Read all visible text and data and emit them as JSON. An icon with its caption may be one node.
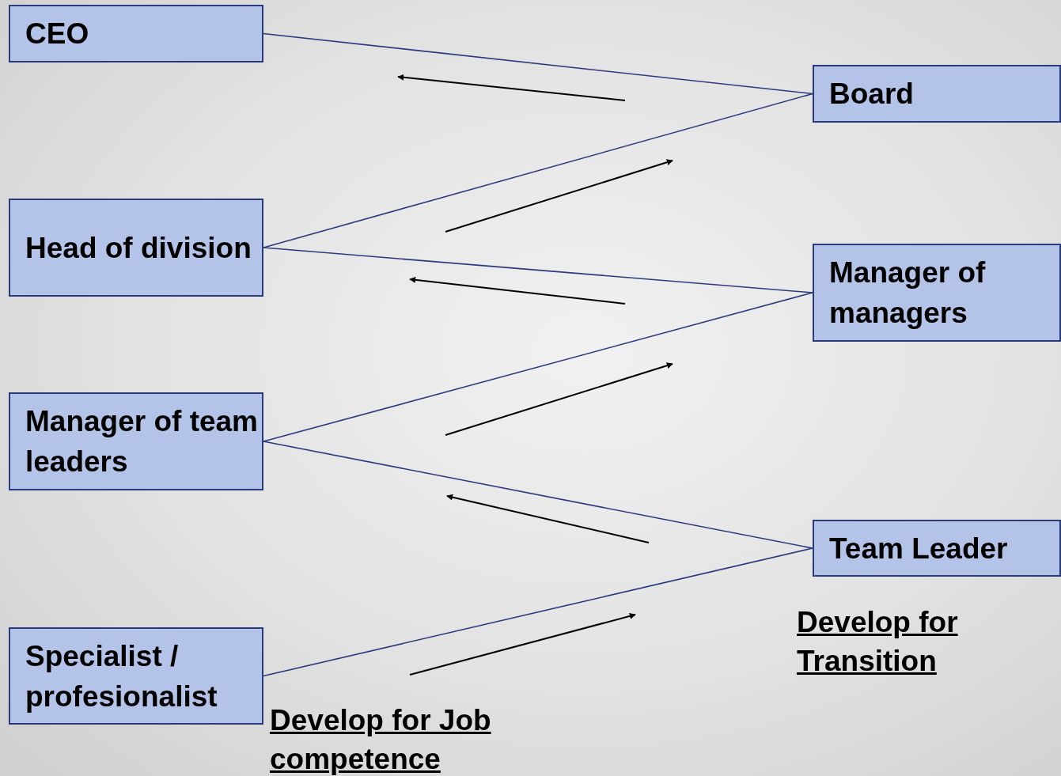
{
  "diagram": {
    "nodes": [
      {
        "text": [
          "CEO"
        ]
      },
      {
        "text": [
          "Board"
        ]
      },
      {
        "text": [
          "Head of division"
        ]
      },
      {
        "text": [
          "Manager of managers"
        ]
      },
      {
        "text": [
          "Manager of team leaders"
        ]
      },
      {
        "text": [
          "Team Leader"
        ]
      },
      {
        "text": [
          "Specialist / profesionalist"
        ]
      }
    ],
    "edges": [
      {
        "from": 0,
        "to": 1,
        "arrow": "none"
      },
      {
        "from": 1,
        "to": 2,
        "arrow": "none"
      },
      {
        "from": 2,
        "to": 3,
        "arrow": "none"
      },
      {
        "from": 3,
        "to": 4,
        "arrow": "none"
      },
      {
        "from": 4,
        "to": 5,
        "arrow": "none"
      },
      {
        "from": 5,
        "to": 6,
        "arrow": "none"
      }
    ],
    "labels": [
      "Develop for Transition",
      "Develop for Job competence"
    ]
  }
}
